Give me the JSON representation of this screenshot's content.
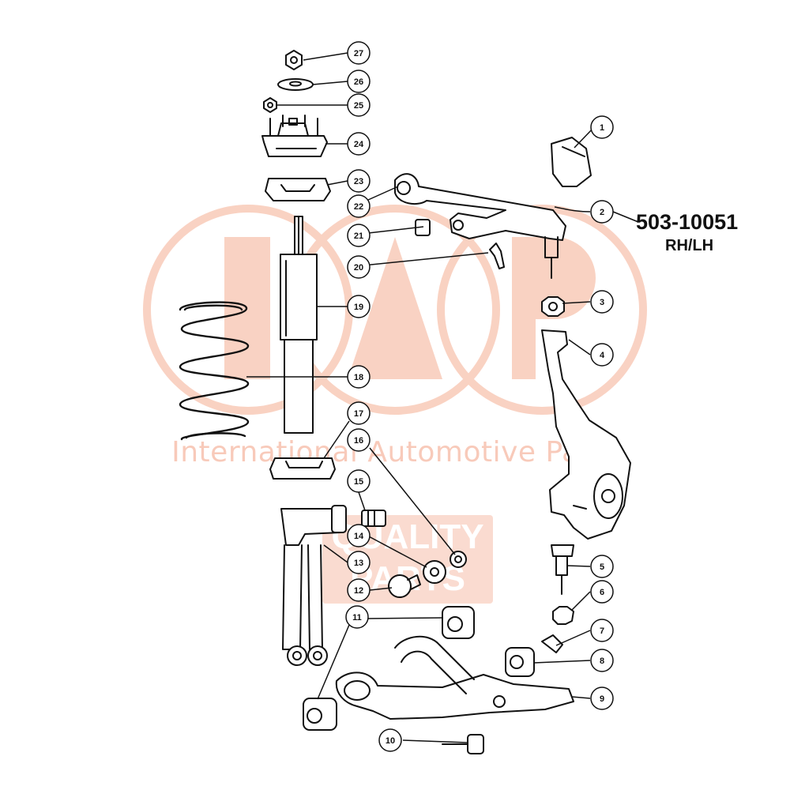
{
  "part_number": "503-10051",
  "side": "RH/LH",
  "watermark": {
    "tagline": "International Automotive Parts",
    "badge_line1": "QUALITY",
    "badge_line2": "PARTS",
    "color": "#f15a24"
  },
  "callouts": [
    "1",
    "2",
    "3",
    "4",
    "5",
    "6",
    "7",
    "8",
    "9",
    "10",
    "11",
    "12",
    "13",
    "14",
    "15",
    "16",
    "17",
    "18",
    "19",
    "20",
    "21",
    "22",
    "23",
    "24",
    "25",
    "26",
    "27"
  ]
}
